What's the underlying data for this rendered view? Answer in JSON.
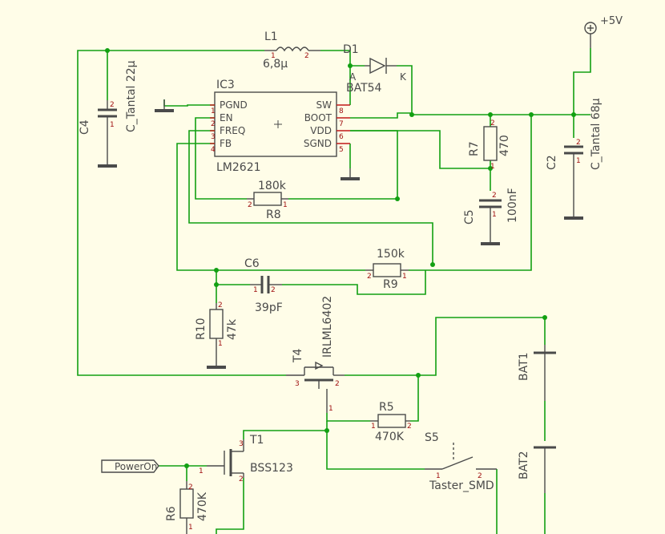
{
  "supply": {
    "label": "+5V"
  },
  "net_label": {
    "power_on": "PowerOn"
  },
  "components": {
    "L1": {
      "name": "L1",
      "value": "6,8µ"
    },
    "D1": {
      "name": "D1",
      "value": "BAT54",
      "pin_a": "A",
      "pin_k": "K"
    },
    "IC3": {
      "name": "IC3",
      "value": "LM2621",
      "pins_left": [
        "PGND",
        "EN",
        "FREQ",
        "FB"
      ],
      "pins_right": [
        "SW",
        "BOOT",
        "VDD",
        "SGND"
      ]
    },
    "C4": {
      "name": "C4",
      "value": "C_Tantal 22µ"
    },
    "C2": {
      "name": "C2",
      "value": "C_Tantal 68µ"
    },
    "C5": {
      "name": "C5",
      "value": "100nF"
    },
    "C6": {
      "name": "C6",
      "value": "39pF"
    },
    "R7": {
      "name": "R7",
      "value": "470"
    },
    "R8": {
      "name": "R8",
      "value": "180k"
    },
    "R9": {
      "name": "R9",
      "value": "150k"
    },
    "R10": {
      "name": "R10",
      "value": "47k"
    },
    "R5": {
      "name": "R5",
      "value": "470K"
    },
    "R6": {
      "name": "R6",
      "value": "470K"
    },
    "T4": {
      "name": "T4",
      "value": "IRLML6402"
    },
    "T1": {
      "name": "T1",
      "value": "BSS123"
    },
    "S5": {
      "name": "S5",
      "value": "Taster_SMD"
    },
    "BAT1": {
      "name": "BAT1"
    },
    "BAT2": {
      "name": "BAT2"
    }
  },
  "pin_numbers": {
    "one": "1",
    "two": "2",
    "three": "3",
    "four": "4",
    "five": "5",
    "six": "6",
    "seven": "7",
    "eight": "8"
  }
}
